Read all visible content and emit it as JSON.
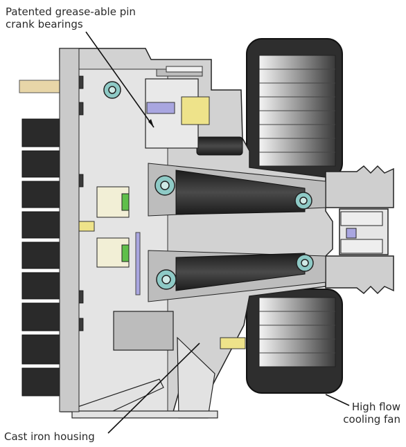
{
  "labels": {
    "bearings": {
      "line1": "Patented grease-able pin",
      "line2": "crank bearings"
    },
    "fan": {
      "line1": "High flow",
      "line2": "cooling fan"
    },
    "housing": "Cast iron housing"
  },
  "colors": {
    "housing_gray": "#c4c4c4",
    "dark_part": "#2e2e2e",
    "bearing_teal": "#8ecac6",
    "accent_yellow": "#eee38a",
    "accent_green": "#5fbf4a",
    "accent_lavender": "#a9a6e0",
    "outline": "#222222"
  }
}
